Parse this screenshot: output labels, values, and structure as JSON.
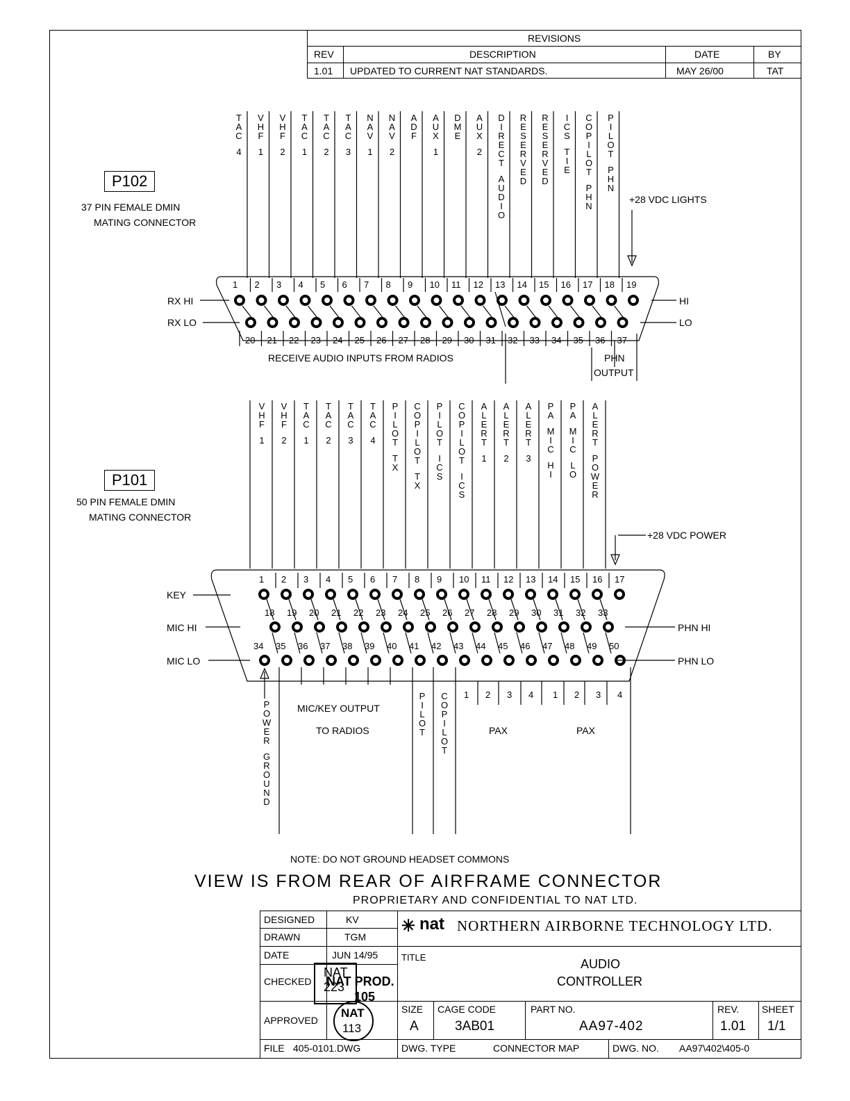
{
  "revisions": {
    "title": "REVISIONS",
    "headers": [
      "REV",
      "DESCRIPTION",
      "DATE",
      "BY"
    ],
    "rows": [
      [
        "1.01",
        "UPDATED TO CURRENT NAT STANDARDS.",
        "MAY 26/00",
        "TAT"
      ]
    ]
  },
  "p102": {
    "label": "P102",
    "desc1": "37 PIN FEMALE DMIN",
    "desc2": "MATING CONNECTOR",
    "signals": [
      [
        "T",
        "A",
        "C",
        " ",
        "4"
      ],
      [
        "V",
        "H",
        "F",
        " ",
        "1"
      ],
      [
        "V",
        "H",
        "F",
        " ",
        "2"
      ],
      [
        "T",
        "A",
        "C",
        " ",
        "1"
      ],
      [
        "T",
        "A",
        "C",
        " ",
        "2"
      ],
      [
        "T",
        "A",
        "C",
        " ",
        "3"
      ],
      [
        "N",
        "A",
        "V",
        " ",
        "1"
      ],
      [
        "N",
        "A",
        "V",
        " ",
        "2"
      ],
      [
        "A",
        "D",
        "F"
      ],
      [
        "A",
        "U",
        "X",
        " ",
        "1"
      ],
      [
        "D",
        "M",
        "E"
      ],
      [
        "A",
        "U",
        "X",
        " ",
        "2"
      ],
      [
        "D",
        "I",
        "R",
        "E",
        "C",
        "T",
        " ",
        "A",
        "U",
        "D",
        "I",
        "O"
      ],
      [
        "R",
        "E",
        "S",
        "E",
        "R",
        "V",
        "E",
        "D"
      ],
      [
        "R",
        "E",
        "S",
        "E",
        "R",
        "V",
        "E",
        "D"
      ],
      [
        "I",
        "C",
        "S",
        " ",
        "T",
        "I",
        "E"
      ],
      [
        "C",
        "O",
        "P",
        "I",
        "L",
        "O",
        "T",
        " ",
        "P",
        "H",
        "N"
      ],
      [
        "P",
        "I",
        "L",
        "O",
        "T",
        " ",
        "P",
        "H",
        "N"
      ]
    ],
    "lights": "+28 VDC LIGHTS",
    "top_pins": [
      "1",
      "2",
      "3",
      "4",
      "5",
      "6",
      "7",
      "8",
      "9",
      "10",
      "11",
      "12",
      "13",
      "14",
      "15",
      "16",
      "17",
      "18",
      "19"
    ],
    "bottom_pins": [
      "20",
      "21",
      "22",
      "23",
      "24",
      "25",
      "26",
      "27",
      "28",
      "29",
      "30",
      "31",
      "32",
      "33",
      "34",
      "35",
      "36",
      "37"
    ],
    "rx_hi": "RX HI",
    "rx_lo": "RX LO",
    "hi": "HI",
    "lo": "LO",
    "receive": "RECEIVE AUDIO INPUTS FROM RADIOS",
    "phn": "PHN",
    "output": "OUTPUT"
  },
  "p101": {
    "label": "P101",
    "desc1": "50 PIN FEMALE DMIN",
    "desc2": "MATING CONNECTOR",
    "signals": [
      [
        "V",
        "H",
        "F",
        " ",
        "1"
      ],
      [
        "V",
        "H",
        "F",
        " ",
        "2"
      ],
      [
        "T",
        "A",
        "C",
        " ",
        "1"
      ],
      [
        "T",
        "A",
        "C",
        " ",
        "2"
      ],
      [
        "T",
        "A",
        "C",
        " ",
        "3"
      ],
      [
        "T",
        "A",
        "C",
        " ",
        "4"
      ],
      [
        "P",
        "I",
        "L",
        "O",
        "T",
        " ",
        "T",
        "X"
      ],
      [
        "C",
        "O",
        "P",
        "I",
        "L",
        "O",
        "T",
        " ",
        "T",
        "X"
      ],
      [
        "P",
        "I",
        "L",
        "O",
        "T",
        " ",
        "I",
        "C",
        "S"
      ],
      [
        "C",
        "O",
        "P",
        "I",
        "L",
        "O",
        "T",
        " ",
        "I",
        "C",
        "S"
      ],
      [
        "A",
        "L",
        "E",
        "R",
        "T",
        " ",
        "1"
      ],
      [
        "A",
        "L",
        "E",
        "R",
        "T",
        " ",
        "2"
      ],
      [
        "A",
        "L",
        "E",
        "R",
        "T",
        " ",
        "3"
      ],
      [
        "P",
        "A",
        " ",
        "M",
        "I",
        "C",
        " ",
        "H",
        "I"
      ],
      [
        "P",
        "A",
        " ",
        "M",
        "I",
        "C",
        " ",
        "L",
        "O"
      ],
      [
        "A",
        "L",
        "E",
        "R",
        "T",
        " ",
        "P",
        "O",
        "W",
        "E",
        "R"
      ]
    ],
    "power": "+28 VDC POWER",
    "row1": [
      "1",
      "2",
      "3",
      "4",
      "5",
      "6",
      "7",
      "8",
      "9",
      "10",
      "11",
      "12",
      "13",
      "14",
      "15",
      "16",
      "17"
    ],
    "row2": [
      "18",
      "19",
      "20",
      "21",
      "22",
      "23",
      "24",
      "25",
      "26",
      "27",
      "28",
      "29",
      "30",
      "31",
      "32",
      "33"
    ],
    "row3": [
      "34",
      "35",
      "36",
      "37",
      "38",
      "39",
      "40",
      "41",
      "42",
      "43",
      "44",
      "45",
      "46",
      "47",
      "48",
      "49",
      "50"
    ],
    "key": "KEY",
    "mic_hi": "MIC HI",
    "mic_lo": "MIC LO",
    "phn_hi": "PHN HI",
    "phn_lo": "PHN LO",
    "power_ground": [
      "P",
      "O",
      "W",
      "E",
      "R",
      " ",
      "G",
      "R",
      "O",
      "U",
      "N",
      "D"
    ],
    "mickey1": "MIC/KEY OUTPUT",
    "mickey2": "TO RADIOS",
    "pilot": [
      "P",
      "I",
      "L",
      "O",
      "T"
    ],
    "copilot": [
      "C",
      "O",
      "P",
      "I",
      "L",
      "O",
      "T"
    ],
    "pax_nums": [
      "1",
      "2",
      "3",
      "4"
    ],
    "pax": "PAX"
  },
  "note": "NOTE: DO NOT GROUND HEADSET COMMONS",
  "view": "VIEW IS FROM REAR OF AIRFRAME CONNECTOR",
  "proprietary": "PROPRIETARY AND CONFIDENTIAL TO NAT LTD.",
  "title_block": {
    "designed_label": "DESIGNED",
    "designed": "KV",
    "drawn_label": "DRAWN",
    "drawn": "TGM",
    "date_label": "DATE",
    "date": "JUN 14/95",
    "checked_label": "CHECKED",
    "approved_label": "APPROVED",
    "stamp1_line1": "NAT",
    "stamp1_line2": "223",
    "stamp2": "NAT PROD.",
    "stamp2_num": "105",
    "stamp3_line1": "NAT",
    "stamp3_line2": "113",
    "logo": "nat",
    "company": "NORTHERN AIRBORNE TECHNOLOGY LTD.",
    "title_label": "TITLE",
    "title1": "AUDIO",
    "title2": "CONTROLLER",
    "size_label": "SIZE",
    "size": "A",
    "cage_label": "CAGE CODE",
    "cage": "3AB01",
    "part_label": "PART NO.",
    "part": "AA97-402",
    "rev_label": "REV.",
    "rev": "1.01",
    "sheet_label": "SHEET",
    "sheet": "1/1",
    "file_label": "FILE",
    "file": "405-0101.DWG",
    "dwgtype_label": "DWG. TYPE",
    "dwgtype": "CONNECTOR MAP",
    "dwgno_label": "DWG. NO.",
    "dwgno": "AA97\\402\\405-0"
  }
}
